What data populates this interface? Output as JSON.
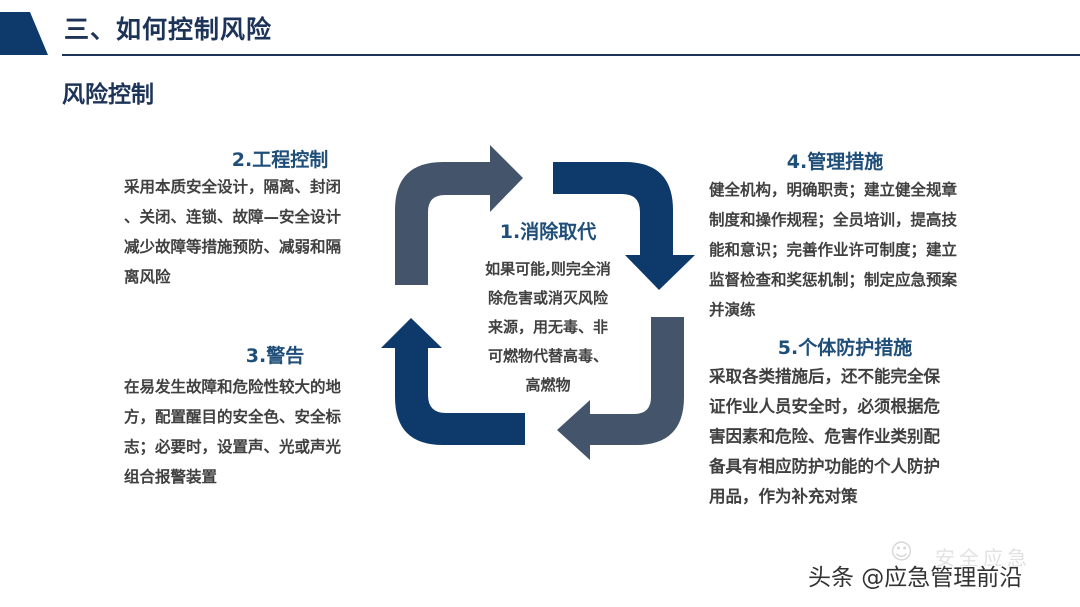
{
  "header": {
    "title": "三、如何控制风险",
    "subtitle": "风险控制"
  },
  "colors": {
    "navy": "#0e3a6b",
    "slate": "#44546a",
    "title_blue": "#1f4e79"
  },
  "center": {
    "title": "1.消除取代",
    "lines": [
      "如果可能,则完全消",
      "除危害或消灭风险",
      "来源，用无毒、非",
      "可燃物代替高毒、",
      "高燃物"
    ]
  },
  "blocks": {
    "engineering": {
      "title": "2.工程控制",
      "lines": [
        "采用本质安全设计，隔离、封闭",
        "、关闭、连锁、故障—安全设计",
        "减少故障等措施预防、减弱和隔",
        "离风险"
      ]
    },
    "warning": {
      "title": "3.警告",
      "lines": [
        "在易发生故障和危险性较大的地",
        "方，配置醒目的安全色、安全标",
        "志；必要时，设置声、光或声光",
        "组合报警装置"
      ]
    },
    "management": {
      "title": "4.管理措施",
      "lines": [
        "健全机构，明确职责；建立健全规章",
        "制度和操作规程；全员培训，提高技",
        "能和意识；完善作业许可制度；建立",
        "监督检查和奖惩机制；制定应急预案",
        "并演练"
      ]
    },
    "ppe": {
      "title": "5.个体防护措施",
      "lines": [
        "采取各类措施后，还不能完全保",
        "证作业人员安全时，必须根据危",
        "害因素和危险、危害作业类别配",
        "备具有相应防护功能的个人防护",
        "用品，作为补充对策"
      ]
    }
  },
  "watermark": {
    "brand": "安全应急",
    "main": "头条 @应急管理前沿"
  }
}
